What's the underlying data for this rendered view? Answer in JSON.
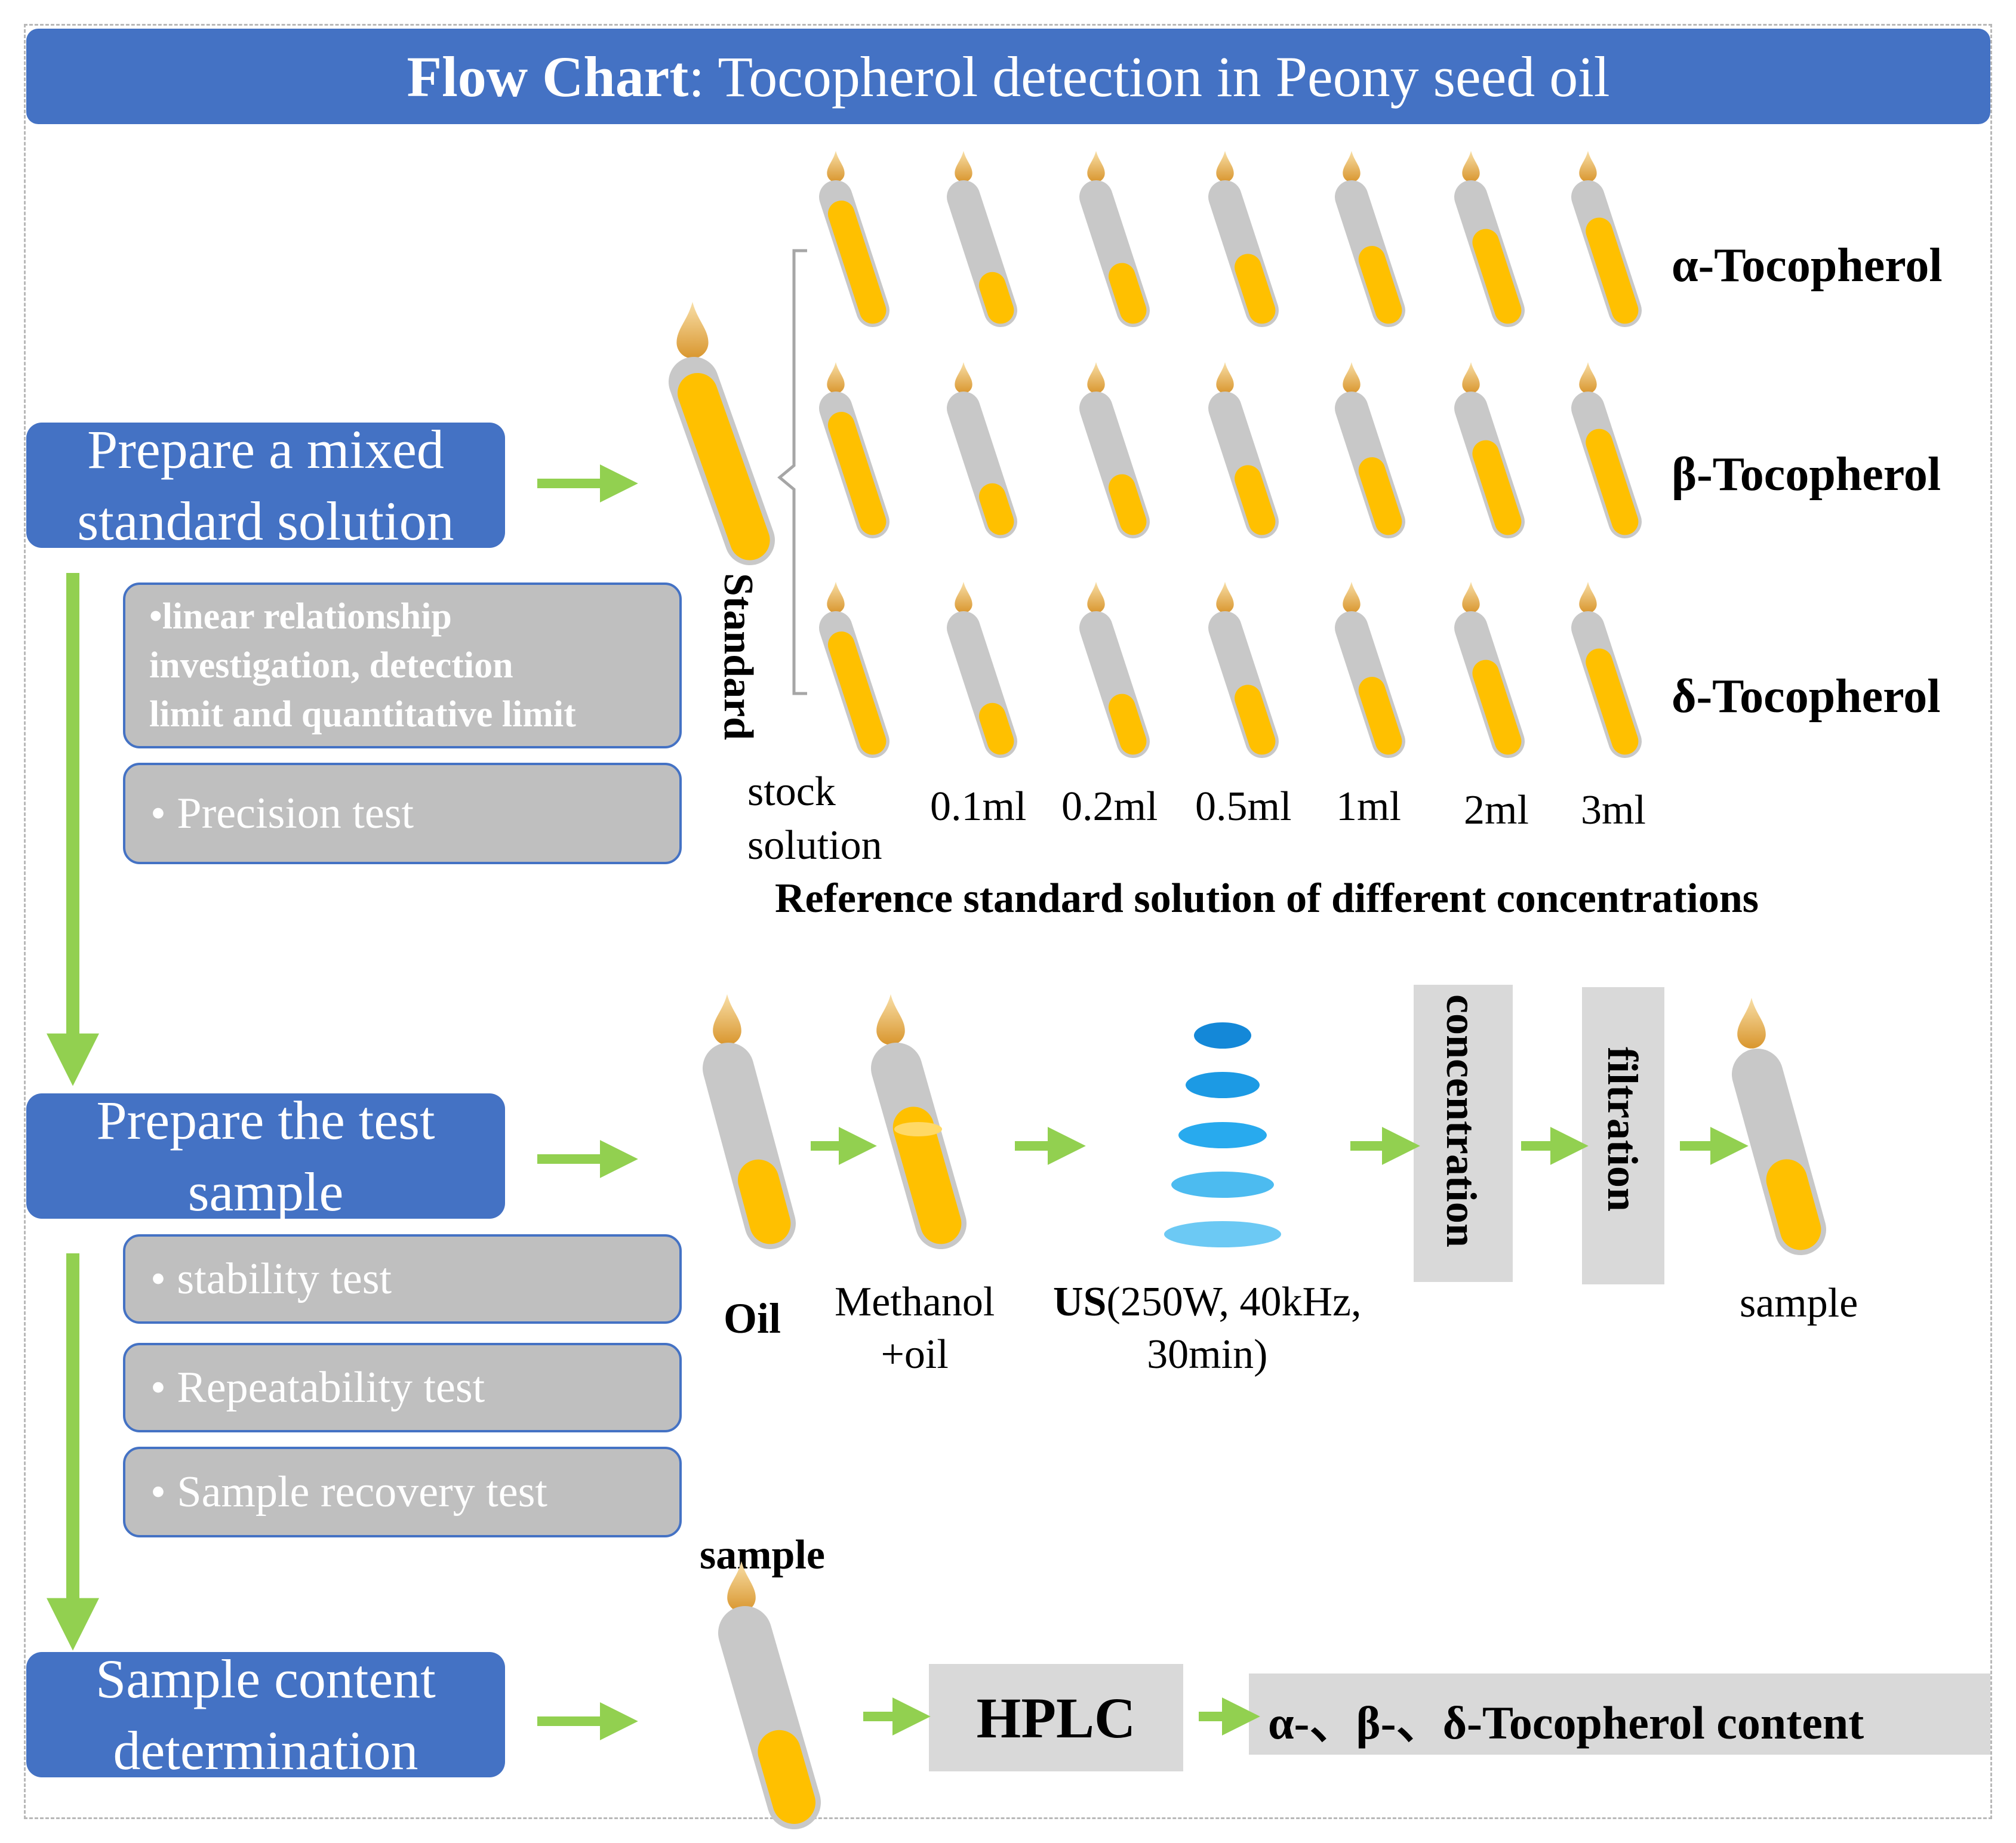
{
  "title": {
    "bold": "Flow Chart",
    "rest": ": Tocopherol detection in Peony seed oil"
  },
  "steps": {
    "step1": "Prepare a mixed\nstandard solution",
    "step2": "Prepare the test\nsample",
    "step3": "Sample content\ndetermination"
  },
  "tests": {
    "linear": "•linear relationship\ninvestigation, detection\nlimit and quantitative limit",
    "precision": "•  Precision test",
    "stability": "•  stability test",
    "repeatability": "•  Repeatability test",
    "recovery": "•  Sample recovery test"
  },
  "standard": {
    "vertical_label": "Standard",
    "rows": [
      "α-Tocopherol",
      "β-Tocopherol",
      "δ-Tocopherol"
    ],
    "columns": [
      "stock\nsolution",
      "0.1ml",
      "0.2ml",
      "0.5ml",
      "1ml",
      "2ml",
      "3ml"
    ],
    "caption": "Reference standard solution of different concentrations"
  },
  "test_sample": {
    "oil": "Oil",
    "methanol": "Methanol\n+oil",
    "us_bold": "US",
    "us_rest": "(250W, 40kHz,\n30min)",
    "concentration": "concentration",
    "filtration": "filtration",
    "sample": "sample"
  },
  "determination": {
    "sample": "sample",
    "hplc": "HPLC",
    "result": "α-、β-、δ-Tocopherol content"
  },
  "colors": {
    "header_blue": "#4472C4",
    "arrow_green": "#92D050",
    "liquid_yellow": "#FFC000",
    "tube_gray": "#C8C8C8",
    "ultrasound_blue": "#1FA9E8"
  }
}
